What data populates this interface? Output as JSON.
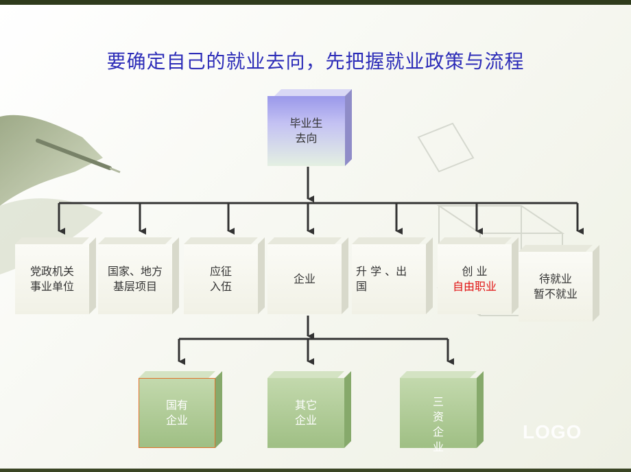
{
  "title": "要确定自己的就业去向，先把握就业政策与流程",
  "root": {
    "lines": [
      "毕业生",
      "去向"
    ]
  },
  "level1": [
    {
      "lines": [
        "党政机关",
        "事业单位"
      ]
    },
    {
      "lines": [
        "国家、地方",
        "基层项目"
      ]
    },
    {
      "lines": [
        "应征",
        "入伍"
      ]
    },
    {
      "lines": [
        "企业"
      ]
    },
    {
      "lines": [
        "升 学 、出",
        "国"
      ]
    },
    {
      "lines": [
        "创 业",
        "自由职业"
      ]
    },
    {
      "lines": [
        "待就业",
        "暂不就业"
      ]
    }
  ],
  "level2": [
    {
      "lines": [
        "国有",
        "企业"
      ]
    },
    {
      "lines": [
        "其它",
        "企业"
      ]
    },
    {
      "lines": [
        "三",
        "资",
        "企",
        "业"
      ]
    }
  ],
  "logo": "LOGO",
  "colors": {
    "title": "#2d2db8",
    "highlight": "#e01010",
    "arrow": "#333333",
    "level2_fill": "#a4c489",
    "root_fill": "#b8b6f0"
  }
}
